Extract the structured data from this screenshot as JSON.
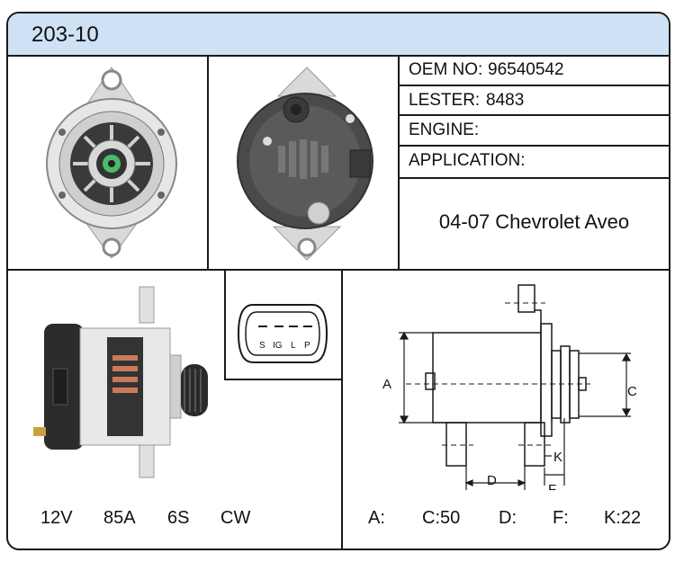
{
  "header": {
    "part_number": "203-10"
  },
  "specs": {
    "oem_label": "OEM NO:",
    "oem_value": "96540542",
    "lester_label": "LESTER:",
    "lester_value": "8483",
    "engine_label": "ENGINE:",
    "engine_value": "",
    "application_label": "APPLICATION:",
    "application_value": "",
    "vehicle": "04-07 Chevrolet Aveo"
  },
  "connector": {
    "pins": [
      "S",
      "IG",
      "L",
      "P"
    ]
  },
  "electrical": {
    "voltage": "12V",
    "amperage": "85A",
    "pulley": "6S",
    "rotation": "CW"
  },
  "dimensions": {
    "a_label": "A:",
    "a_value": "",
    "c_label": "C:",
    "c_value": "50",
    "d_label": "D:",
    "d_value": "",
    "f_label": "F:",
    "f_value": "",
    "k_label": "K:",
    "k_value": "22",
    "diagram_labels": {
      "a": "A",
      "c": "C",
      "d": "D",
      "f": "F",
      "k": "K"
    }
  }
}
